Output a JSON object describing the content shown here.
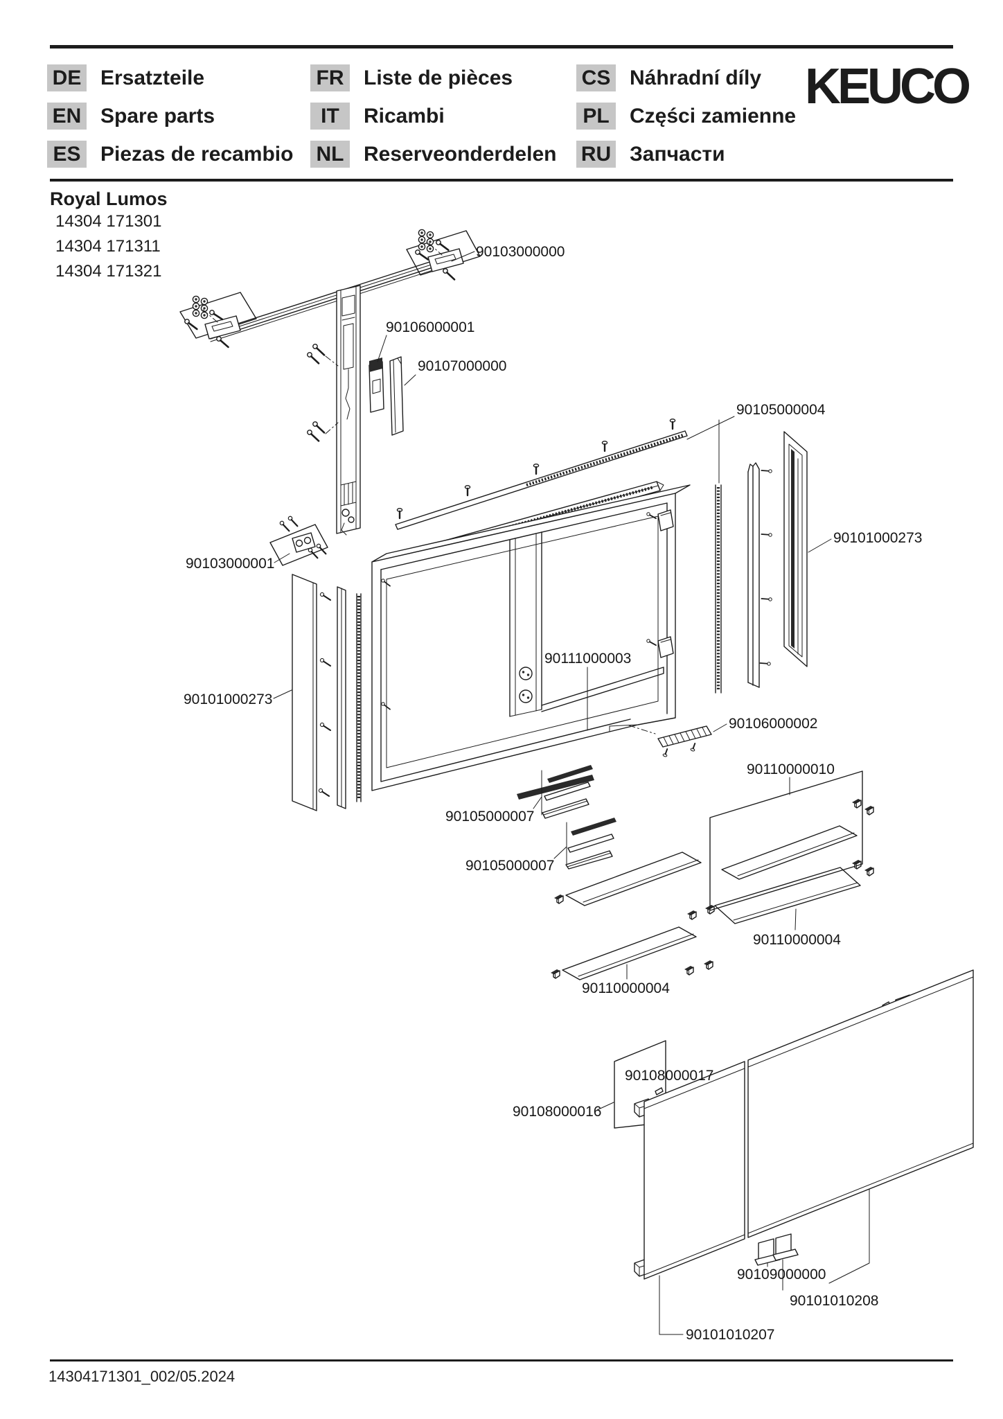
{
  "header": {
    "brand": "KEUCO",
    "languages": [
      {
        "code": "DE",
        "text": "Ersatzteile"
      },
      {
        "code": "EN",
        "text": "Spare parts"
      },
      {
        "code": "ES",
        "text": "Piezas de recambio"
      },
      {
        "code": "FR",
        "text": "Liste de pièces"
      },
      {
        "code": "IT",
        "text": "Ricambi"
      },
      {
        "code": "NL",
        "text": "Reserveonderdelen"
      },
      {
        "code": "CS",
        "text": "Náhradní díly"
      },
      {
        "code": "PL",
        "text": "Części zamienne"
      },
      {
        "code": "RU",
        "text": "Запчасти"
      }
    ]
  },
  "product": {
    "name": "Royal Lumos",
    "codes": [
      "14304 171301",
      "14304 171311",
      "14304 171321"
    ]
  },
  "diagram": {
    "labels": [
      {
        "text": "90103000000"
      },
      {
        "text": "90106000001"
      },
      {
        "text": "90107000000"
      },
      {
        "text": "90105000004"
      },
      {
        "text": "90101000273"
      },
      {
        "text": "90103000001"
      },
      {
        "text": "90101000273"
      },
      {
        "text": "90111000003"
      },
      {
        "text": "90106000002"
      },
      {
        "text": "90105000007"
      },
      {
        "text": "90105000007"
      },
      {
        "text": "90110000010"
      },
      {
        "text": "90110000004"
      },
      {
        "text": "90110000004"
      },
      {
        "text": "90108000017"
      },
      {
        "text": "90108000016"
      },
      {
        "text": "90109000000"
      },
      {
        "text": "90101010208"
      },
      {
        "text": "90101010207"
      }
    ]
  },
  "footer": {
    "doc_id": "14304171301_002/05.2024"
  }
}
